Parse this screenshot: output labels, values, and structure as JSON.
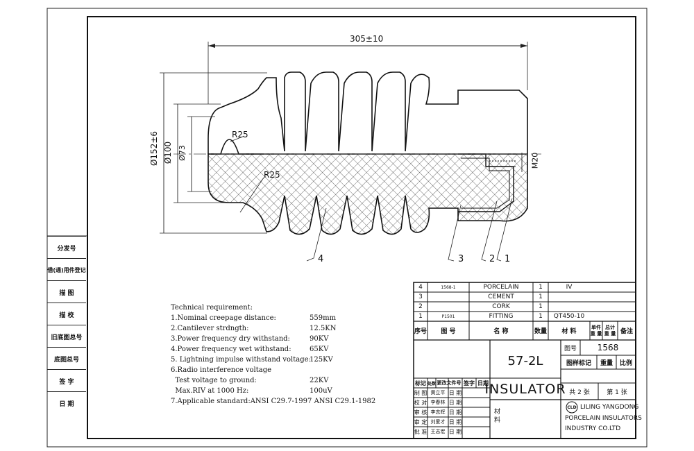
{
  "dimensions": {
    "length": "305±10",
    "outer_diameter": "Ø152±6",
    "diameter_100": "Ø100",
    "diameter_73": "Ø73",
    "radius_top": "R25",
    "radius_bottom": "R25",
    "thread": "M20"
  },
  "balloons": [
    "4",
    "3",
    "2",
    "1"
  ],
  "left_strip": [
    "分发号",
    "借(通)用件登记",
    "描 图",
    "描 校",
    "旧底图总号",
    "底图总号",
    "签 字",
    "日 期"
  ],
  "tech": {
    "heading": "Technical requirement:",
    "rows": [
      {
        "label": "1.Nominal creepage distance:",
        "value": "559mm"
      },
      {
        "label": "2.Cantilever strdngth:",
        "value": "12.5KN"
      },
      {
        "label": "3.Power frequency dry withstand:",
        "value": "90KV"
      },
      {
        "label": "4.Power frequency wet withstand:",
        "value": "65KV"
      },
      {
        "label": "5. Lightning impulse withstand voltage:",
        "value": "125KV"
      },
      {
        "label": "6.Radio interference voltage",
        "value": ""
      },
      {
        "label": "  Test voltage to ground:",
        "value": "22KV"
      },
      {
        "label": "  Max.RIV at 1000 Hz:",
        "value": "100uV"
      },
      {
        "label": "7.Applicable standard:ANSI C29.7-1997 ANSI C29.1-1982",
        "value": ""
      }
    ]
  },
  "bom": {
    "rows": [
      {
        "no": "4",
        "drawing": "1568-1",
        "name": "PORCELAIN",
        "qty": "1",
        "material": "IV"
      },
      {
        "no": "3",
        "drawing": "",
        "name": "CEMENT",
        "qty": "1",
        "material": ""
      },
      {
        "no": "2",
        "drawing": "",
        "name": "CORK",
        "qty": "1",
        "material": ""
      },
      {
        "no": "1",
        "drawing": "P1501",
        "name": "FITTING",
        "qty": "1",
        "material": "QT450-10"
      }
    ],
    "header": [
      "序号",
      "图 号",
      "名 称",
      "数量",
      "材 料",
      "单件 重 量",
      "总计 重 量",
      "备注"
    ]
  },
  "title_block": {
    "part_number": "57-2L",
    "title": "INSULATOR",
    "drawing_no_label": "图号",
    "drawing_no": "1568",
    "stage_label": "图样标记",
    "weight_label": "重量",
    "scale_label": "比例",
    "total_sheets": "共 2 张",
    "sheet": "第 1 张",
    "material_label": "材 料",
    "revision_header": [
      "标记",
      "处数",
      "更改文件号",
      "签字",
      "日期"
    ],
    "signoff": [
      {
        "role": "制 图",
        "name": "黄立平",
        "date": "日 期"
      },
      {
        "role": "校 对",
        "name": "李春林",
        "date": "日 期"
      },
      {
        "role": "审 核",
        "name": "李志辉",
        "date": "日 期"
      },
      {
        "role": "审 定",
        "name": "刘爱才",
        "date": "日 期"
      },
      {
        "role": "批 准",
        "name": "王志宏",
        "date": "日 期"
      }
    ],
    "company_logo_text": "CLD",
    "company": [
      "LILING YANGDONG",
      "PORCELAIN INSULATORS",
      "INDUSTRY CO.LTD"
    ]
  },
  "colors": {
    "ink": "#1a1a1a",
    "paper": "#ffffff"
  }
}
